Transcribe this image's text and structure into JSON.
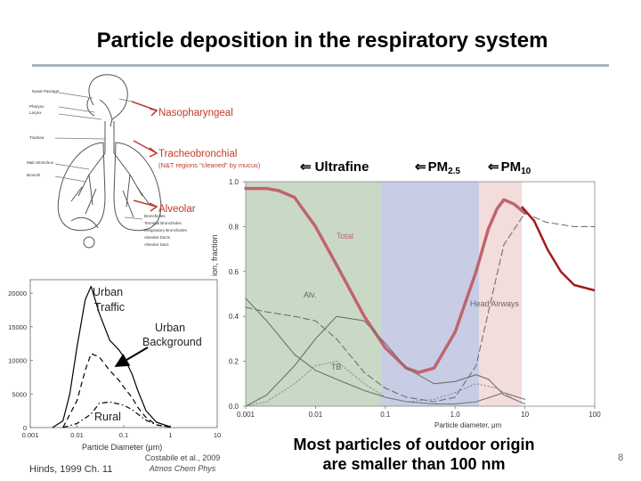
{
  "slide": {
    "title": "Particle deposition in the respiratory system",
    "bottom_text_line1": "Most particles of outdoor origin",
    "bottom_text_line2": "are smaller than 100 nm",
    "cite_left": "Hinds, 1999 Ch. 11",
    "cite_mid_line1": "Costabile et al., 2009",
    "cite_mid_line2": "Atmos Chem Phys",
    "page_number": "8"
  },
  "anatomy": {
    "regions": [
      "Nasopharyngeal",
      "Tracheobronchial",
      "(N&T regions \"cleaned\" by mucus)",
      "Alveolar"
    ],
    "labels": [
      "Nasal Passage",
      "Pharynx",
      "Larynx",
      "Trachea",
      "Main Bronchus",
      "Bronchi",
      "Bronchioles",
      "Terminal Bronchioles",
      "Respiratory Bronchioles",
      "Alveolar Ducts",
      "Alveolar Sacs"
    ],
    "region_color": "#c0392b"
  },
  "size_bins": {
    "ultrafine": "Ultrafine",
    "pm": "PM",
    "pm25_sub": "2.5",
    "pm10_sub": "10",
    "arrow": "⇐",
    "colors": {
      "ultrafine": "#c9d9c6",
      "pm25": "#c8cde5",
      "pm10": "#f3dcdc"
    }
  },
  "chart_data": [
    {
      "type": "line",
      "title": "",
      "xlabel": "Particle diameter, μm",
      "ylabel": "Deposition fraction",
      "ylabel_visible": "ion, fraction",
      "x_scale": "log",
      "xlim": [
        0.001,
        100
      ],
      "ylim": [
        0,
        1.0
      ],
      "x_ticks": [
        "0.001",
        "0.01",
        "0.1",
        "1.0",
        "10",
        "100"
      ],
      "y_ticks": [
        "0.0",
        "0.2",
        "0.4",
        "0.6",
        "0.8",
        "1.0"
      ],
      "series": [
        {
          "name": "Total",
          "color": "#c0646e",
          "x": [
            0.001,
            0.002,
            0.003,
            0.005,
            0.01,
            0.02,
            0.05,
            0.1,
            0.2,
            0.3,
            0.5,
            1.0,
            2.0,
            3.0,
            4.0,
            5.0,
            7.0,
            10.0
          ],
          "y": [
            0.97,
            0.97,
            0.96,
            0.93,
            0.8,
            0.63,
            0.4,
            0.26,
            0.17,
            0.15,
            0.17,
            0.33,
            0.6,
            0.79,
            0.88,
            0.92,
            0.9,
            0.86
          ]
        },
        {
          "name": "Alv.",
          "color": "#707070",
          "x": [
            0.001,
            0.002,
            0.005,
            0.01,
            0.02,
            0.05,
            0.1,
            0.2,
            0.5,
            1.0,
            2.0,
            3.0,
            5.0,
            10.0
          ],
          "y": [
            0.0,
            0.05,
            0.18,
            0.3,
            0.4,
            0.38,
            0.28,
            0.17,
            0.1,
            0.11,
            0.14,
            0.12,
            0.05,
            0.01
          ]
        },
        {
          "name": "TB",
          "color": "#707070",
          "x": [
            0.001,
            0.002,
            0.005,
            0.01,
            0.02,
            0.05,
            0.1,
            0.2,
            0.5,
            1.0,
            2.0,
            5.0,
            10.0
          ],
          "y": [
            0.48,
            0.38,
            0.23,
            0.16,
            0.12,
            0.07,
            0.04,
            0.02,
            0.01,
            0.01,
            0.02,
            0.06,
            0.03
          ]
        },
        {
          "name": "Head Airways",
          "color": "#707070",
          "x": [
            0.001,
            0.002,
            0.005,
            0.01,
            0.02,
            0.05,
            0.1,
            0.2,
            0.5,
            1.0,
            2.0,
            3.0,
            5.0,
            10.0,
            20.0,
            50.0,
            100.0
          ],
          "y": [
            0.44,
            0.42,
            0.4,
            0.38,
            0.3,
            0.15,
            0.08,
            0.04,
            0.02,
            0.04,
            0.18,
            0.42,
            0.72,
            0.86,
            0.82,
            0.8,
            0.8
          ]
        },
        {
          "name": "TB (dotted)",
          "color": "#8a8a8a",
          "x": [
            0.001,
            0.002,
            0.005,
            0.01,
            0.02,
            0.05,
            0.1,
            0.2,
            0.5,
            1.0,
            2.0,
            4.0,
            7.0,
            10.0
          ],
          "y": [
            0.0,
            0.02,
            0.1,
            0.18,
            0.2,
            0.1,
            0.04,
            0.02,
            0.03,
            0.06,
            0.1,
            0.08,
            0.03,
            0.01
          ]
        }
      ]
    },
    {
      "type": "line",
      "title": "",
      "xlabel": "Particle Diameter (μm)",
      "ylabel": "",
      "x_scale": "log",
      "xlim": [
        0.001,
        10
      ],
      "ylim": [
        0,
        22000
      ],
      "x_ticks": [
        "0.001",
        "0.01",
        "0.1",
        "1",
        "10"
      ],
      "y_ticks": [
        "0",
        "5000",
        "10000",
        "15000",
        "20000"
      ],
      "annotations": [
        "Urban Traffic",
        "Urban Background",
        "Rural"
      ],
      "series": [
        {
          "name": "Urban Traffic",
          "style": "solid",
          "x": [
            0.003,
            0.005,
            0.007,
            0.01,
            0.015,
            0.02,
            0.03,
            0.05,
            0.08,
            0.1,
            0.15,
            0.2,
            0.3,
            0.5,
            1.0
          ],
          "y": [
            0,
            1000,
            5000,
            12000,
            19000,
            21000,
            17000,
            13000,
            11500,
            10500,
            8000,
            5500,
            2500,
            800,
            100
          ]
        },
        {
          "name": "Urban Background",
          "style": "dashed",
          "x": [
            0.005,
            0.01,
            0.015,
            0.02,
            0.03,
            0.05,
            0.08,
            0.1,
            0.15,
            0.2,
            0.3,
            0.5,
            1.0
          ],
          "y": [
            0,
            4000,
            8500,
            11000,
            10500,
            8500,
            7000,
            6000,
            4500,
            3000,
            1500,
            400,
            50
          ]
        },
        {
          "name": "Rural",
          "style": "dashdot",
          "x": [
            0.005,
            0.01,
            0.02,
            0.03,
            0.05,
            0.08,
            0.1,
            0.15,
            0.2,
            0.3,
            0.5,
            1.0
          ],
          "y": [
            0,
            600,
            2000,
            3600,
            3800,
            3500,
            3300,
            2700,
            2000,
            1100,
            400,
            50
          ]
        }
      ]
    }
  ]
}
